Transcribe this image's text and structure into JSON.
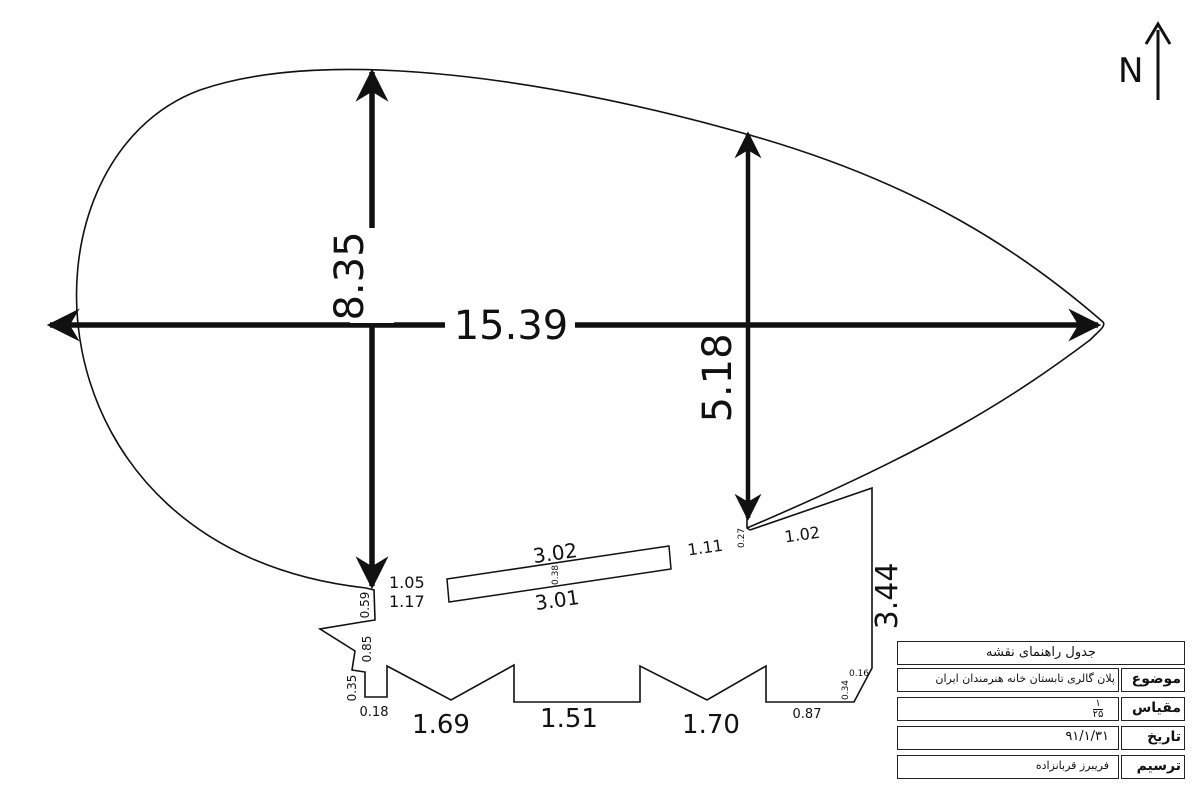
{
  "north": {
    "label": "N"
  },
  "plan": {
    "overall_length": "15.39",
    "west_depth": "8.35",
    "east_depth": "5.18"
  },
  "dimensions": {
    "d_3_02": "3.02",
    "d_3_01": "3.01",
    "d_0_38": "0.38",
    "d_1_05": "1.05",
    "d_1_17": "1.17",
    "d_1_11": "1.11",
    "d_0_27": "0.27",
    "d_1_02": "1.02",
    "d_3_44": "3.44",
    "d_0_59": "0.59",
    "d_0_85": "0.85",
    "d_0_35": "0.35",
    "d_0_18": "0.18",
    "d_1_69": "1.69",
    "d_1_51": "1.51",
    "d_1_70": "1.70",
    "d_0_87": "0.87",
    "d_0_34": "0.34",
    "d_0_16": "0.16"
  },
  "legend": {
    "title": "جدول راهنمای نقشه",
    "subject_label": "موضوع",
    "subject_value": "پلان گالری تابستان خانه هنرمندان ایران",
    "scale_label": "مقیاس",
    "scale_num": "۱",
    "scale_den": "۲۵",
    "date_label": "تاریخ",
    "date_value": "۹۱/۱/۳۱",
    "drawn_label": "ترسیم",
    "drawn_value": "فریبرز قربانزاده"
  }
}
